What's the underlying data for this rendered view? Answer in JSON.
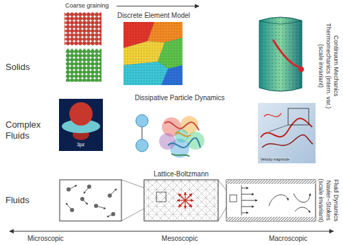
{
  "diagram": {
    "labels": [
      "Coarse graining",
      "Solids",
      "Discrete Element Model",
      "Continuum Mechanics Thermomechanics (intern. var.) (scale invariant)",
      "Complex Fluids",
      "3pz",
      "Dissipative Particle Dynamics",
      "Velocity magnitude",
      "Fluids",
      "Lattice-Boltzmann",
      "Fluid Dynamics Navier–Stokes (scale invariant)",
      "Microscopic",
      "Mesoscopic",
      "Macroscopic"
    ]
  }
}
